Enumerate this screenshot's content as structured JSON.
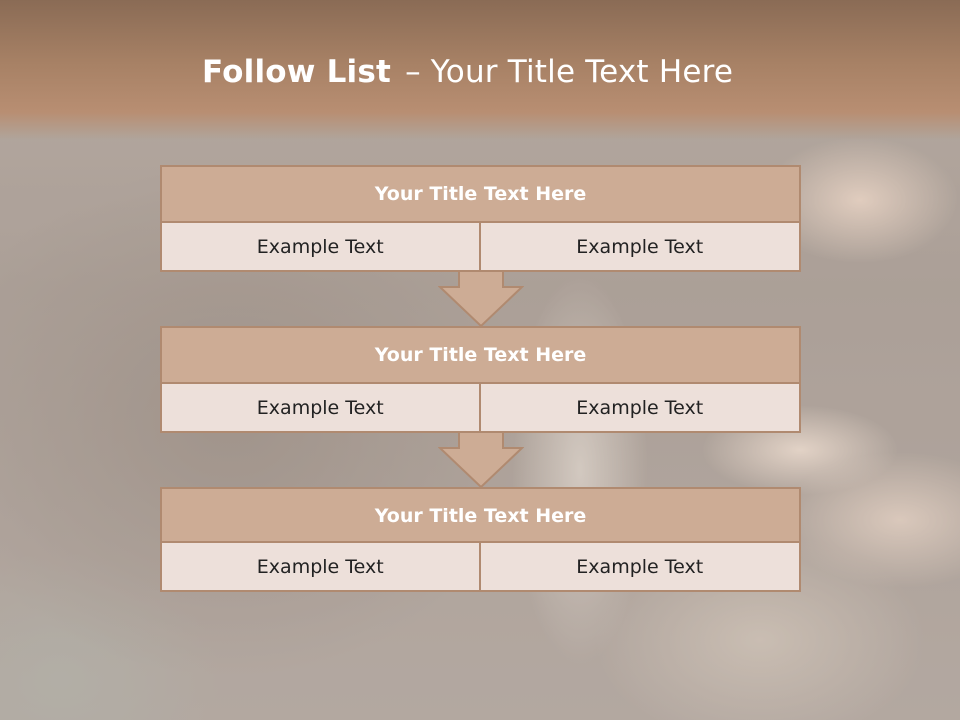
{
  "slide": {
    "title_bold": "Follow List",
    "title_dash": "–",
    "title_rest": "Your Title Text Here"
  },
  "steps": [
    {
      "title": "Your Title Text Here",
      "left": "Example Text",
      "right": "Example Text"
    },
    {
      "title": "Your Title Text Here",
      "left": "Example Text",
      "right": "Example Text"
    },
    {
      "title": "Your Title Text Here",
      "left": "Example Text",
      "right": "Example Text"
    }
  ],
  "colors": {
    "header_fill": "#cdac95",
    "cell_fill": "#ede0da",
    "border": "#b08a70",
    "title_band": "#a78165"
  }
}
